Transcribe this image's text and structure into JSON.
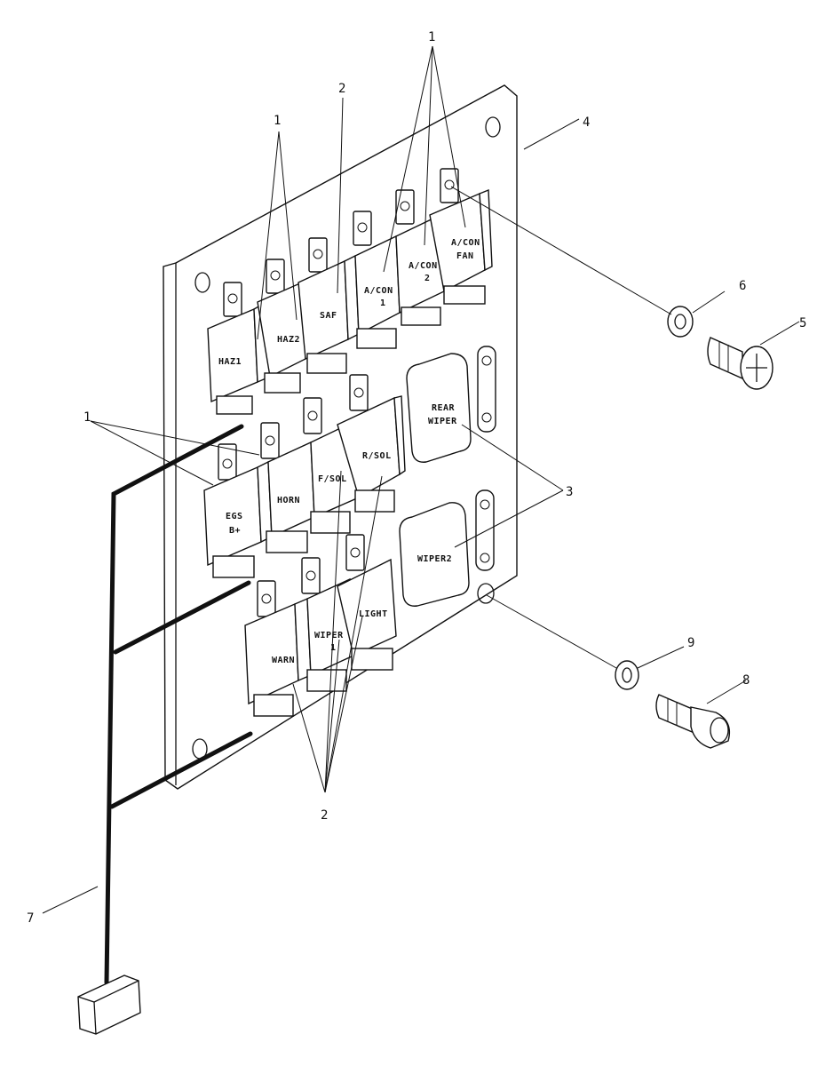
{
  "relays": {
    "haz1": "HAZ1",
    "haz2": "HAZ2",
    "saf": "SAF",
    "acon1_a": "A/CON",
    "acon1_b": "1",
    "acon2_a": "A/CON",
    "acon2_b": "2",
    "aconfan_a": "A/CON",
    "aconfan_b": "FAN",
    "egs_a": "EGS",
    "egs_b": "B+",
    "horn": "HORN",
    "fsol": "F/SOL",
    "rsol": "R/SOL",
    "warn": "WARN",
    "wiper1_a": "WIPER",
    "wiper1_b": "1",
    "light": "LIGHT"
  },
  "timers": {
    "rear_wiper_a": "REAR",
    "rear_wiper_b": "WIPER",
    "wiper2": "WIPER2"
  },
  "callouts": {
    "c1_top_right": "1",
    "c1_top_left": "1",
    "c1_left": "1",
    "c2_top": "2",
    "c2_bottom": "2",
    "c3": "3",
    "c4": "4",
    "c5": "5",
    "c6": "6",
    "c7": "7",
    "c8": "8",
    "c9": "9"
  }
}
